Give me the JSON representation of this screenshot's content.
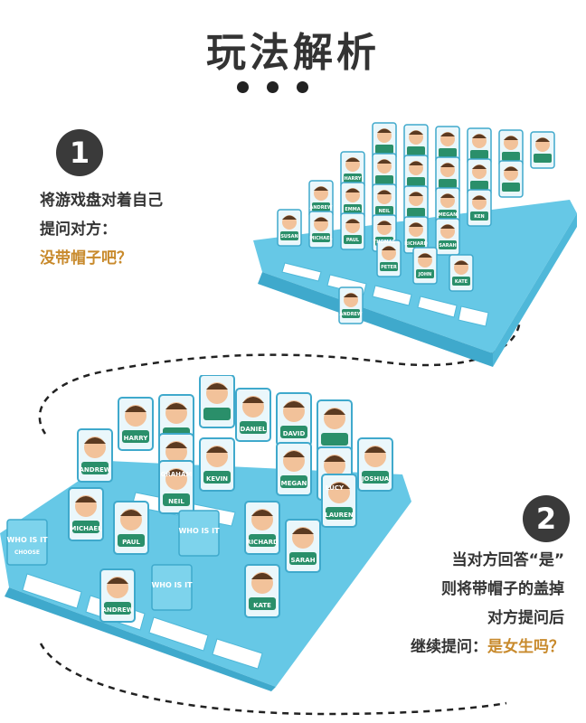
{
  "title": "玩法解析",
  "step1": {
    "number": "1",
    "line1": "将游戏盘对着自己",
    "line2": "提问对方：",
    "highlight": "没带帽子吧？"
  },
  "step2": {
    "number": "2",
    "line1": "当对方回答“是”",
    "line2": "则将带帽子的盖掉",
    "line3": "对方提问后",
    "line4_prefix": "继续提问：",
    "highlight": "是女生吗？"
  },
  "board1_names": {
    "row2": [
      "HARRY",
      "",
      "",
      "",
      "",
      ""
    ],
    "row3": [
      "ANDREW",
      "EMMA",
      "NEIL",
      "",
      "MEGAN",
      "KEN"
    ],
    "row4": [
      "SUSAN",
      "MICHAEL",
      "PAUL",
      "THOMAS",
      "RICHARD",
      "SARAH"
    ],
    "row5": [
      "PETER",
      "JOHN",
      "KATE"
    ],
    "front": "ANDREW"
  },
  "board2_names": {
    "back": [
      "",
      "HARRY",
      "",
      "DANIEL",
      "DAVID",
      "",
      ""
    ],
    "mid": [
      "ANDREW",
      "GRAHAM",
      "KEVIN",
      "",
      "MEGAN",
      "LUCY",
      "JOSHUA"
    ],
    "mid2": [
      "NEIL",
      "LAUREN"
    ],
    "front": [
      "MICHAEL",
      "PAUL",
      "RICHARD",
      "SARAH"
    ],
    "bottom": [
      "ANDREW",
      "KATE"
    ],
    "card_text": [
      "WHO IS IT",
      "CHOOSE"
    ]
  },
  "colors": {
    "board": "#66c8e6",
    "board_dark": "#3fa9cc",
    "accent": "#c88a2c"
  }
}
